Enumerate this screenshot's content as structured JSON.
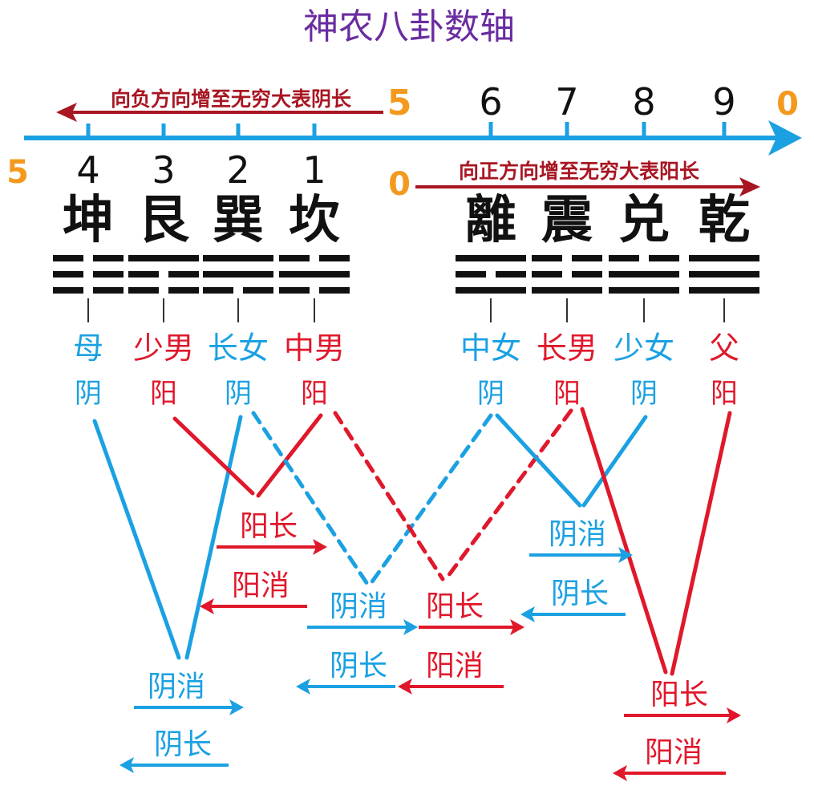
{
  "title": "神农八卦数轴",
  "axis": {
    "left_end_label": "5",
    "right_end_label": "0",
    "center_top_label": "5",
    "center_bottom_label": "0",
    "negative_direction_text": "向负方向增至无穷大表阴长",
    "positive_direction_text": "向正方向增至无穷大表阳长"
  },
  "trigrams": [
    {
      "number": "4",
      "name": "坤",
      "family": "母",
      "yinyang": "阴",
      "lines": [
        0,
        0,
        0
      ]
    },
    {
      "number": "3",
      "name": "艮",
      "family": "少男",
      "yinyang": "阳",
      "lines": [
        1,
        0,
        0
      ]
    },
    {
      "number": "2",
      "name": "巽",
      "family": "长女",
      "yinyang": "阴",
      "lines": [
        1,
        1,
        0
      ]
    },
    {
      "number": "1",
      "name": "坎",
      "family": "中男",
      "yinyang": "阳",
      "lines": [
        0,
        1,
        0
      ]
    },
    {
      "number": "6",
      "name": "離",
      "family": "中女",
      "yinyang": "阴",
      "lines": [
        1,
        0,
        1
      ]
    },
    {
      "number": "7",
      "name": "震",
      "family": "长男",
      "yinyang": "阳",
      "lines": [
        0,
        0,
        1
      ]
    },
    {
      "number": "8",
      "name": "兑",
      "family": "少女",
      "yinyang": "阴",
      "lines": [
        0,
        1,
        1
      ]
    },
    {
      "number": "9",
      "name": "乾",
      "family": "父",
      "yinyang": "阳",
      "lines": [
        1,
        1,
        1
      ]
    }
  ],
  "flow_labels": [
    {
      "text": "阳长",
      "color": "red",
      "direction": "right"
    },
    {
      "text": "阳消",
      "color": "red",
      "direction": "left"
    },
    {
      "text": "阴消",
      "color": "blue",
      "direction": "right"
    },
    {
      "text": "阳长",
      "color": "red",
      "direction": "right"
    },
    {
      "text": "阴长",
      "color": "blue",
      "direction": "left"
    },
    {
      "text": "阳消",
      "color": "red",
      "direction": "left"
    },
    {
      "text": "阴消",
      "color": "blue",
      "direction": "right"
    },
    {
      "text": "阴长",
      "color": "blue",
      "direction": "left"
    },
    {
      "text": "阴消",
      "color": "blue",
      "direction": "right"
    },
    {
      "text": "阴长",
      "color": "blue",
      "direction": "left"
    },
    {
      "text": "阳长",
      "color": "red",
      "direction": "right"
    },
    {
      "text": "阳消",
      "color": "red",
      "direction": "left"
    }
  ],
  "colors": {
    "title": "#6a2ca0",
    "axis": "#1ba1e2",
    "orange": "#f39a1e",
    "red": "#e0182b",
    "blue": "#1ba1e2",
    "darkred": "#a81622",
    "black": "#111111"
  }
}
